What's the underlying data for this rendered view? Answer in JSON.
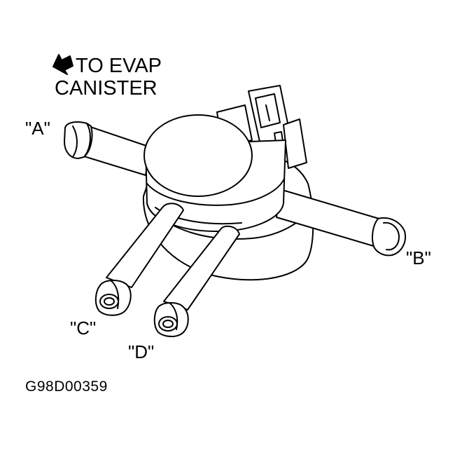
{
  "labels": {
    "to_evap_line1": "TO EVAP",
    "to_evap_line2": "CANISTER",
    "port_a": "\"A\"",
    "port_b": "\"B\"",
    "port_c": "\"C\"",
    "port_d": "\"D\"",
    "figure_code": "G98D00359"
  },
  "icons": {
    "direction_arrow": "arrow-icon"
  },
  "colors": {
    "line": "#000000",
    "background": "#ffffff"
  }
}
